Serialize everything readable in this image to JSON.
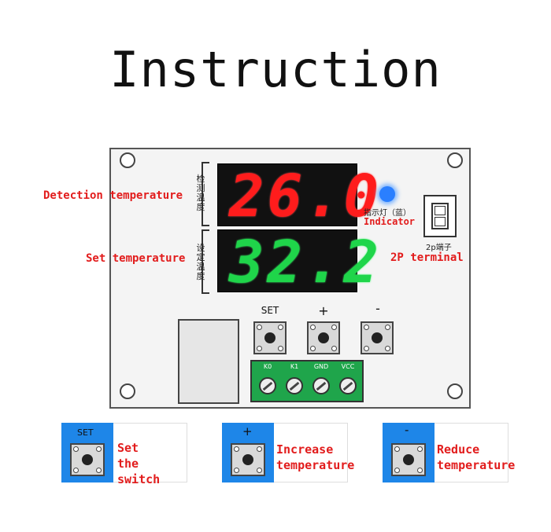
{
  "title": "Instruction",
  "board": {
    "detection_cn": "检测温度",
    "set_cn": "设定温度",
    "detection_value": "26.0",
    "set_value": "32.2",
    "indicator_cn": "指示灯（蓝）",
    "indicator_en": "Indicator",
    "terminal_cn": "2p端子",
    "buttons": [
      "SET",
      "+",
      "-"
    ],
    "terminals": [
      "K0",
      "K1",
      "GND",
      "VCC"
    ]
  },
  "callouts": {
    "detection": "Detection temperature",
    "set": "Set temperature",
    "terminal": "2P terminal"
  },
  "panels": [
    {
      "key": "SET",
      "line1": "Set",
      "line2": "the switch"
    },
    {
      "key": "+",
      "line1": "Increase",
      "line2": "temperature"
    },
    {
      "key": "-",
      "line1": "Reduce",
      "line2": "temperature"
    }
  ],
  "colors": {
    "red_text": "#e21c1c",
    "display_red": "#ff1c1c",
    "display_green": "#1fd54a",
    "panel_blue": "#1e86e8",
    "terminal_green": "#1fa54b",
    "indicator_led": "#2a7fff"
  }
}
